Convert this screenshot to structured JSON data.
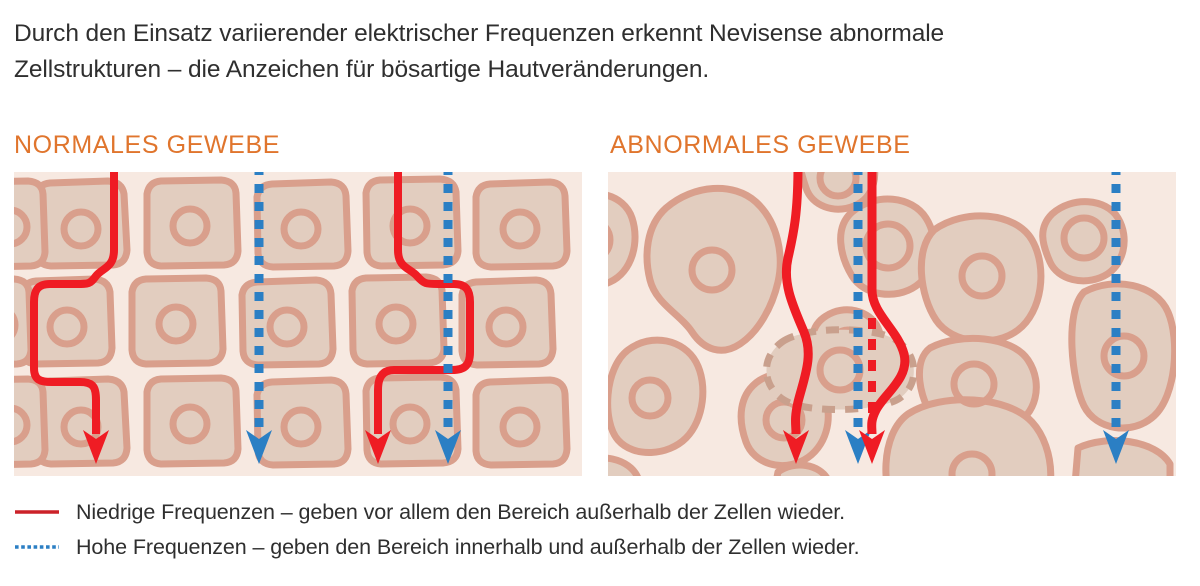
{
  "intro": {
    "line1": "Durch den Einsatz variierender elektrischer Frequenzen erkennt Nevisense abnormale",
    "line2": "Zellstrukturen – die Anzeichen für bösartige Hautveränderungen."
  },
  "panels": {
    "left": {
      "caption": "NORMALES GEWEBE"
    },
    "right": {
      "caption": "ABNORMALES GEWEBE"
    }
  },
  "legend": {
    "rows": [
      {
        "style": "solid-red-line",
        "text": "Niedrige Frequenzen – geben vor allem den Bereich außerhalb der Zellen wieder."
      },
      {
        "style": "dotted-blue-line",
        "text": "Hohe Frequenzen – geben den Bereich innerhalb und außerhalb der Zellen wieder."
      }
    ]
  },
  "colors": {
    "accent_orange": "#e0752d",
    "low_frequency_red": "#ef1c24",
    "legend_red": "#cc2229",
    "high_frequency_blue": "#2b7fc4",
    "panel_background": "#f7e9e1",
    "cell_fill": "#e2cdbf",
    "cell_stroke": "#d99f8c",
    "text": "#2f2f2f"
  },
  "diagram_data": {
    "type": "schematic",
    "description": "Two side-by-side tissue schematics comparing current paths of low and high electrical frequencies through normal versus abnormal skin cells.",
    "left_panel": {
      "tissue": "normal",
      "cell_shape": "regular rounded squares arranged in three tidy rows",
      "cell_rows": 3,
      "paths": [
        {
          "frequency": "low",
          "color": "#ef1c24",
          "style": "solid",
          "behavior": "weaves around cells through intercellular space",
          "x_start_pct": 17
        },
        {
          "frequency": "high",
          "color": "#2b7fc4",
          "style": "dashed",
          "behavior": "passes straight through cells",
          "x_start_pct": 45
        },
        {
          "frequency": "low",
          "color": "#ef1c24",
          "style": "solid",
          "behavior": "weaves around cells through intercellular space",
          "x_start_pct": 68
        },
        {
          "frequency": "high",
          "color": "#2b7fc4",
          "style": "dashed",
          "behavior": "passes straight through cells",
          "x_start_pct": 79
        }
      ]
    },
    "right_panel": {
      "tissue": "abnormal",
      "cell_shape": "irregular blobs of varying size with wide disordered gaps",
      "has_damaged_cell": true,
      "damaged_cell_note": "one cell drawn with a dashed membrane outline; the low-frequency path shows a dashed red segment through it and a solid detour around it",
      "paths": [
        {
          "frequency": "low",
          "color": "#ef1c24",
          "style": "solid",
          "behavior": "runs between widely spaced irregular cells",
          "x_start_pct": 33
        },
        {
          "frequency": "high",
          "color": "#2b7fc4",
          "style": "dashed",
          "behavior": "passes straight through cells",
          "x_start_pct": 44
        },
        {
          "frequency": "low",
          "color": "#ef1c24",
          "style": "solid",
          "behavior": "detours around a cell with a damaged membrane",
          "x_start_pct": 64
        },
        {
          "frequency": "high",
          "color": "#2b7fc4",
          "style": "dashed",
          "behavior": "passes straight through cells",
          "x_start_pct": 81
        }
      ]
    }
  }
}
